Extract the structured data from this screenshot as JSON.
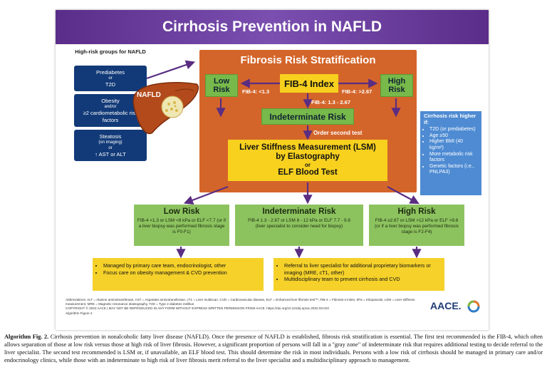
{
  "title": "Cirrhosis Prevention in NAFLD",
  "high_risk_groups": {
    "title": "High-risk groups for NAFLD",
    "boxes": [
      {
        "line1": "Prediabetes",
        "line2": "or",
        "line3": "T2D"
      },
      {
        "line1": "Obesity",
        "line2": "and/or",
        "line3": "≥2 cardiometabolic risk factors"
      },
      {
        "line1": "Steatosis",
        "line2": "(on imaging)",
        "line3": "or",
        "line4": "↑ AST or ALT"
      }
    ]
  },
  "liver_label": "NAFLD",
  "stratification": {
    "title": "Fibrosis Risk Stratification",
    "fib4": "FIB-4 Index",
    "low": "Low Risk",
    "high": "High Risk",
    "low_cond": "FIB-4: <1.3",
    "high_cond": "FIB-4: >2.67",
    "mid_cond": "FIB-4: 1.3 - 2.67",
    "indeterminate": "Indeterminate Risk",
    "order": "Order second test",
    "lsm_line1": "Liver Stiffness Measurement (LSM)",
    "lsm_line2": "by Elastography",
    "lsm_or": "or",
    "lsm_line3": "ELF Blood Test"
  },
  "cirrhosis_risk": {
    "title": "Cirrhosis risk higher if:",
    "items": [
      "T2D (or prediabetes)",
      "Age ≥50",
      "Higher BMI (40 kg/m²)",
      "More metabolic risk factors",
      "Genetic factors (i.e., PNLPA3)"
    ]
  },
  "outcomes": [
    {
      "title": "Low Risk",
      "body": "FIB-4 <1.3 or LSM <8 kPa or ELF <7.7 (or if a liver biopsy was performed fibrosis stage is F0-F1)"
    },
    {
      "title": "Indeterminate Risk",
      "body": "FIB-4 1.3 - 2.67 or LSM 8 - 12 kPa or ELF 7.7 - 9.8 (liver specialist to consider need for biopsy)"
    },
    {
      "title": "High Risk",
      "body": "FIB-4 ≥2.67 or LSM >12 kPa or ELF >9.8 (or if a liver biopsy was performed fibrosis stage is F2-F4)"
    }
  ],
  "management": {
    "left": [
      "Managed by primary care team, endocrinologist, other",
      "Focus care on obesity management & CVD prevention"
    ],
    "right": [
      "Referral to liver specialist for additional proprietary biomarkers or imaging (MRE, cT1, other)",
      "Multidisciplinary team to prevent cirrhosis and CVD"
    ]
  },
  "abbreviations": "Abbreviations: ALT = Alanine aminotransferase, AST = Aspartate aminotransferase, cT1 = Liver multiscan, CVD = Cardiovascular disease, ELF = Enhanced liver fibrosis test™, FIB-4 = Fibrosis-4 index, kPa = Kilopascals, LSM = Liver stiffness measurement, MRE = Magnetic resonance elastography, T2D = Type 2 diabetes mellitus",
  "copyright": "COPYRIGHT © 2022 AACE | MAY NOT BE REPRODUCED IN ANY FORM WITHOUT EXPRESS WRITTEN PERMISSION FROM AACE. https://doi.org/10.1016/j.eprac.2022.03.010",
  "figure_ref": "Algorithm Figure 2",
  "logo": "AACE.",
  "caption_label": "Algorithm Fig. 2.",
  "caption": "Cirrhosis prevention in nonalcoholic fatty liver disease (NAFLD). Once the presence of NAFLD is established, fibrosis risk stratification is essential. The first test recommended is the FIB-4, which often allows separation of those at low risk versus those at high risk of liver fibrosis. However, a significant proportion of persons will fall in a \"gray zone\" of indeterminate risk that requires additional testing to decide referral to the liver specialist. The second test recommended is LSM or, if unavailable, an ELF blood test. This should determine the risk in most individuals. Persons with a low risk of cirrhosis should be managed in primary care and/or endocrinology clinics, while those with an indeterminate to high risk of liver fibrosis merit referral to the liver specialist and a multidisciplinary approach to management."
}
